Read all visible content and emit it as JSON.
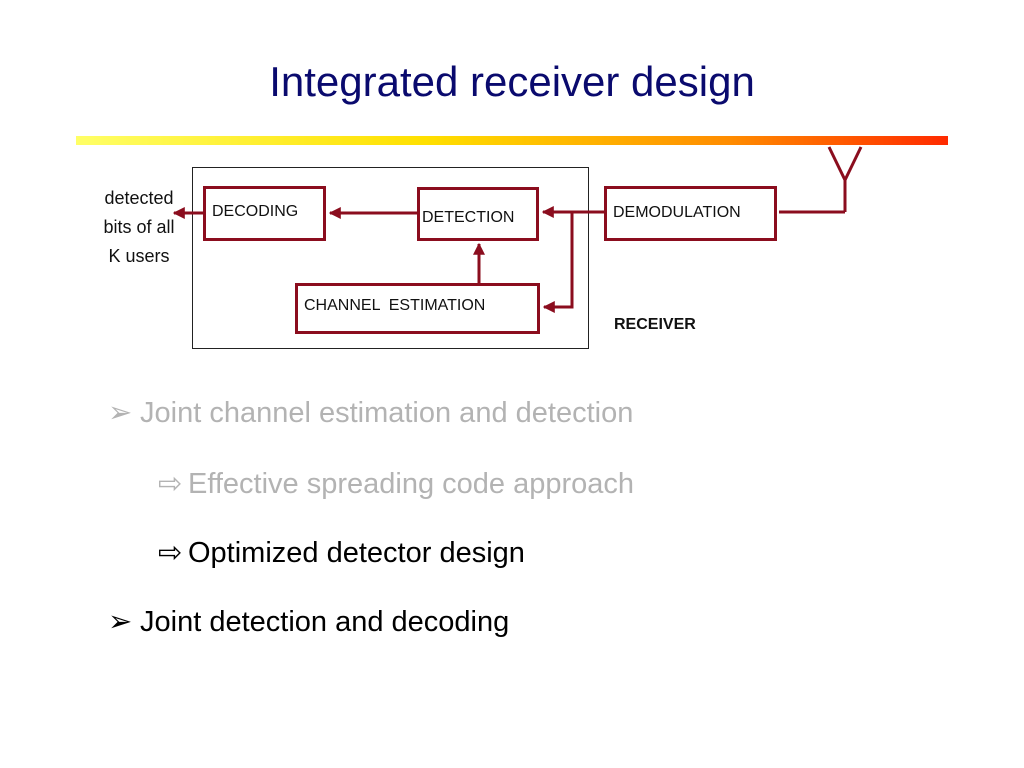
{
  "title": "Integrated receiver design",
  "diagram": {
    "blocks": {
      "decoding": "DECODING",
      "detection": "DETECTION",
      "demodulation": "DEMODULATION",
      "channel_estimation": "CHANNEL  ESTIMATION"
    },
    "receiver_label": "RECEIVER",
    "output_lines": [
      "detected",
      "bits of all",
      "K users"
    ]
  },
  "bullets": [
    {
      "text": "Joint channel estimation and detection",
      "level": 1,
      "style": "dimmed"
    },
    {
      "text": "Effective spreading code approach",
      "level": 2,
      "style": "dimmed"
    },
    {
      "text": "Optimized detector design",
      "level": 2,
      "style": "active"
    },
    {
      "text": "Joint detection and decoding",
      "level": 1,
      "style": "active"
    }
  ],
  "colors": {
    "title": "#0a0a6e",
    "block_border": "#8b0d1e",
    "dimmed_text": "#b3b3b3",
    "active_text": "#000000"
  }
}
